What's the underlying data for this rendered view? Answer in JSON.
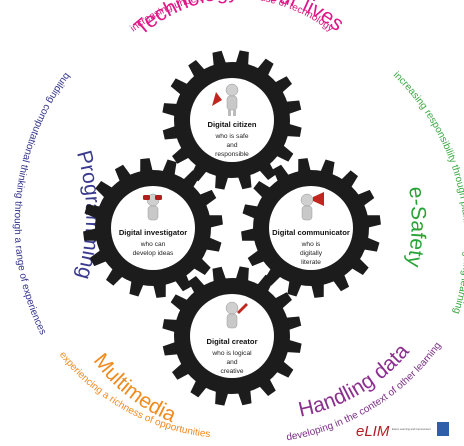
{
  "ring": {
    "technology": {
      "title": "Technology in our lives",
      "subtitle": "increasing understanding and use of technology",
      "color": "#e0168a",
      "subcolor": "#d6187f"
    },
    "esafety": {
      "title": "e-Safety",
      "subtitle": "increasing responsibility through planned ongoing learning",
      "color": "#2aa336",
      "subcolor": "#3aa842"
    },
    "handling": {
      "title": "Handling data",
      "subtitle": "developing in the context of other learning",
      "color": "#8b2f8f",
      "subcolor": "#7b2f86"
    },
    "multimedia": {
      "title": "Multimedia",
      "subtitle": "experiencing a richness of opportunities",
      "color": "#f08a1c",
      "subcolor": "#ef8b21"
    },
    "programming": {
      "title": "Programming",
      "subtitle": "building computational thinking through a range of experiences",
      "color": "#3a3b8f",
      "subcolor": "#34358a"
    }
  },
  "gears": {
    "citizen": {
      "title": "Digital citizen",
      "lines": [
        "who is safe",
        "and",
        "responsible"
      ]
    },
    "investigator": {
      "title": "Digital investigator",
      "lines": [
        "who can",
        "develop ideas"
      ]
    },
    "communicator": {
      "title": "Digital communicator",
      "lines": [
        "who is",
        "digitally",
        "literate"
      ]
    },
    "creator": {
      "title": "Digital creator",
      "lines": [
        "who is logical",
        "and",
        "creative"
      ]
    }
  },
  "logo": {
    "text": "eLIM",
    "tagline": "Essex Learning and Improvement"
  },
  "colors": {
    "gear": "#1c1c1c",
    "hub": "#ffffff"
  }
}
